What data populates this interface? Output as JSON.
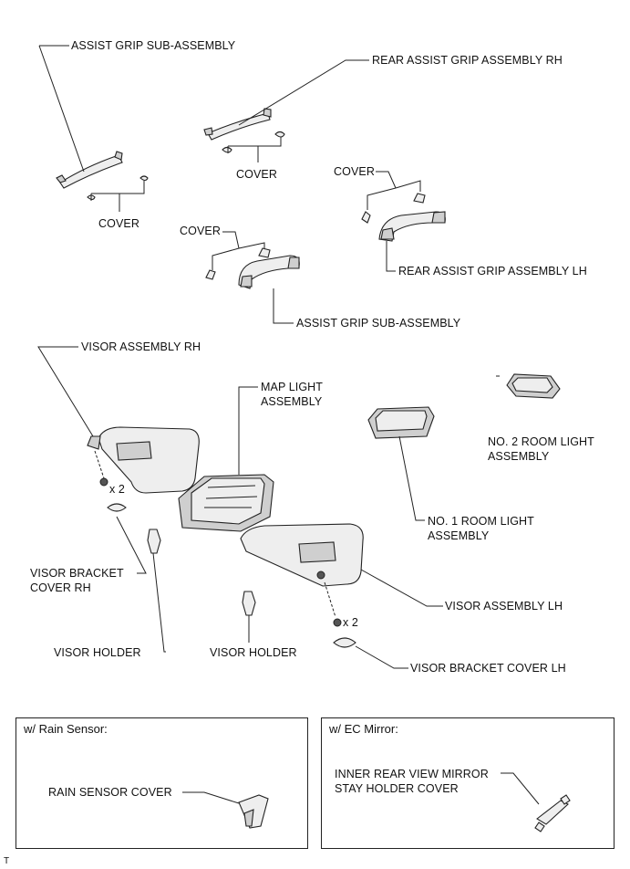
{
  "labels": {
    "assist_grip_top": "ASSIST GRIP SUB-ASSEMBLY",
    "rear_assist_grip_rh": "REAR ASSIST GRIP ASSEMBLY RH",
    "cover_rh_rear": "COVER",
    "cover_left": "COVER",
    "cover_rear_lh": "COVER",
    "cover_middle": "COVER",
    "rear_assist_grip_lh": "REAR ASSIST GRIP ASSEMBLY LH",
    "assist_grip_middle": "ASSIST GRIP SUB-ASSEMBLY",
    "visor_assembly_rh": "VISOR ASSEMBLY RH",
    "map_light_line1": "MAP LIGHT",
    "map_light_line2": "ASSEMBLY",
    "no2_room_light_line1": "NO. 2 ROOM LIGHT",
    "no2_room_light_line2": "ASSEMBLY",
    "no1_room_light_line1": "NO. 1 ROOM LIGHT",
    "no1_room_light_line2": "ASSEMBLY",
    "qty_rh": "x 2",
    "qty_lh": "x 2",
    "visor_bracket_cover_rh_line1": "VISOR BRACKET",
    "visor_bracket_cover_rh_line2": "COVER RH",
    "visor_assembly_lh": "VISOR ASSEMBLY LH",
    "visor_holder_left": "VISOR HOLDER",
    "visor_holder_middle": "VISOR HOLDER",
    "visor_bracket_cover_lh": "VISOR BRACKET COVER LH",
    "corner_mark": "T"
  },
  "boxes": {
    "rain_sensor": {
      "title": "w/ Rain Sensor:",
      "part_label": "RAIN SENSOR COVER"
    },
    "ec_mirror": {
      "title": "w/ EC Mirror:",
      "part_label_line1": "INNER REAR VIEW MIRROR",
      "part_label_line2": "STAY HOLDER COVER"
    }
  }
}
